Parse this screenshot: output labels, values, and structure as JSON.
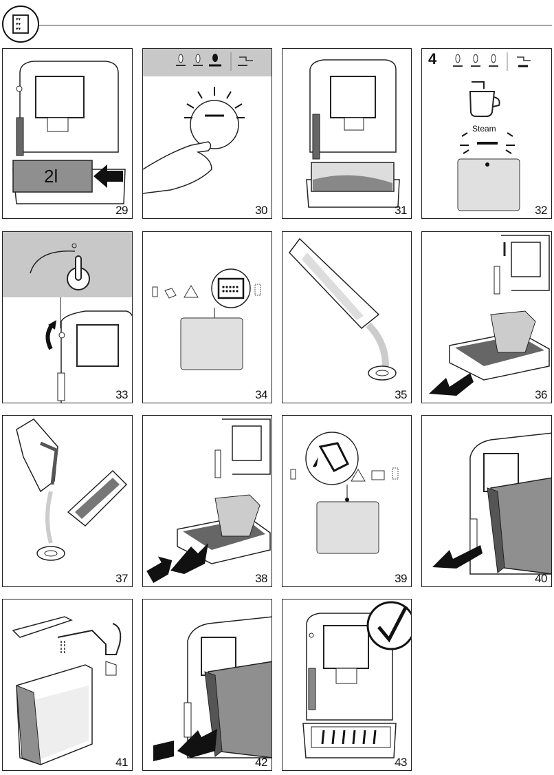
{
  "header": {
    "icon": "descale-icon"
  },
  "steps": [
    {
      "num": "29",
      "text": "2l"
    },
    {
      "num": "30"
    },
    {
      "num": "31"
    },
    {
      "num": "32",
      "text": "4",
      "steam": "Steam"
    },
    {
      "num": "33"
    },
    {
      "num": "34"
    },
    {
      "num": "35"
    },
    {
      "num": "36"
    },
    {
      "num": "37"
    },
    {
      "num": "38"
    },
    {
      "num": "39"
    },
    {
      "num": "40"
    },
    {
      "num": "41"
    },
    {
      "num": "42"
    },
    {
      "num": "43"
    }
  ],
  "colors": {
    "line": "#222222",
    "gray": "#9a9a9a",
    "lightgray": "#d8d8d8",
    "banner": "#c8c8c8"
  }
}
